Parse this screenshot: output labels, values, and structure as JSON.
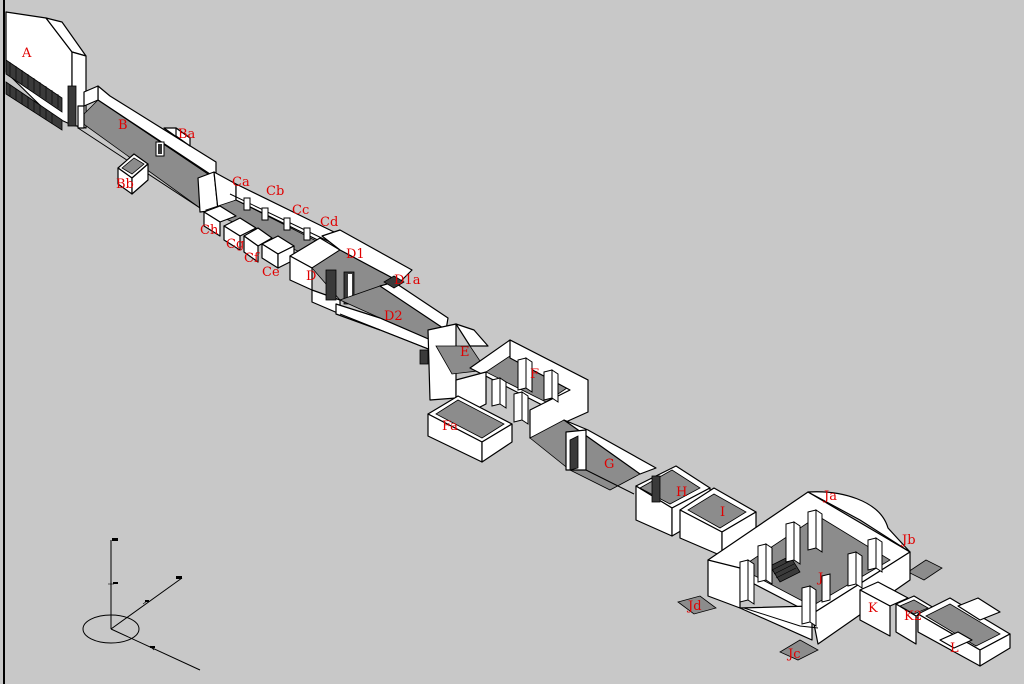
{
  "colors": {
    "background": "#c8c8c8",
    "label": "#e00000",
    "wall": "#ffffff",
    "floor": "#8c8c8c",
    "edge": "#000000"
  },
  "labels": {
    "A": "A",
    "B": "B",
    "Ba": "Ba",
    "Bb": "Bb",
    "Ca": "Ca",
    "Cb": "Cb",
    "Cc": "Cc",
    "Cd": "Cd",
    "Ce": "Ce",
    "Cf": "Cf",
    "Cg": "Cg",
    "Ch": "Ch",
    "D": "D",
    "D1": "D1",
    "D1a": "D1a",
    "D2": "D2",
    "E": "E",
    "F": "F",
    "Fa": "Fa",
    "G": "G",
    "H": "H",
    "I": "I",
    "J": "J",
    "Ja": "Ja",
    "Jb": "Jb",
    "Jc": "Jc",
    "Jd": "Jd",
    "K": "K",
    "K2": "K2",
    "L": "L"
  },
  "icons": {
    "axis_gizmo": "axis-gizmo-icon"
  }
}
